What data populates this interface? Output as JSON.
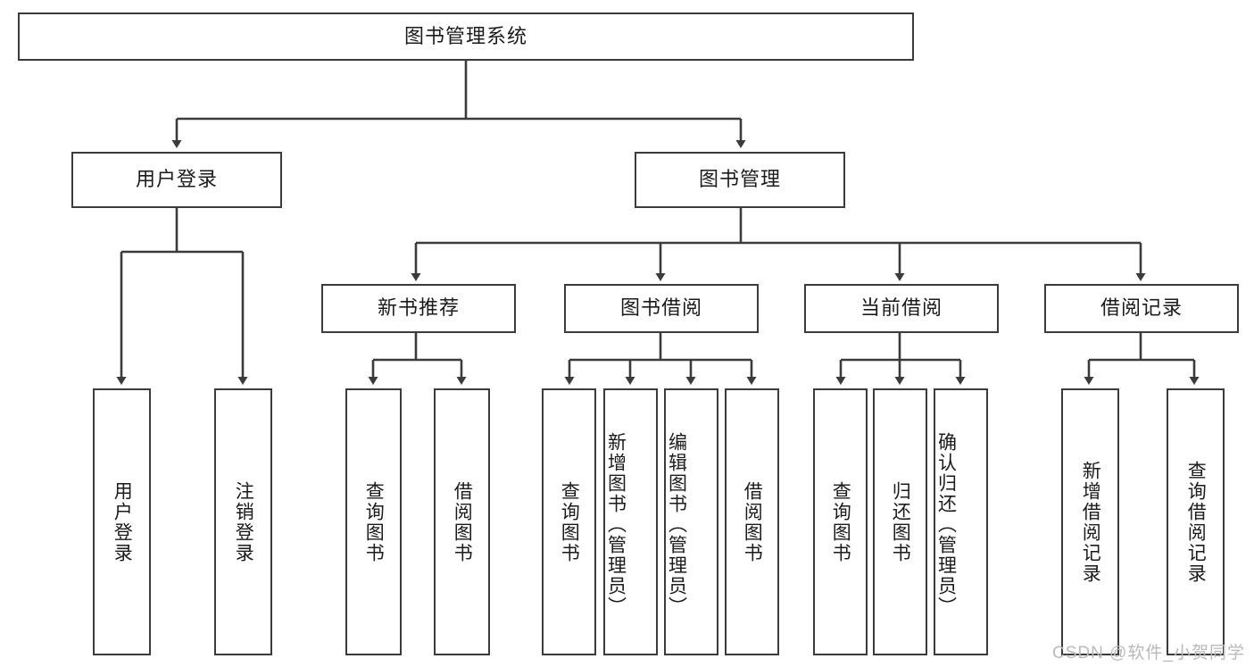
{
  "diagram": {
    "type": "tree-hierarchy-chart",
    "title": "图书管理系统",
    "stroke_color": "#3b3b3b",
    "text_color": "#1b1b1b",
    "background_color": "#ffffff",
    "nodes": {
      "root": {
        "label": "图书管理系统"
      },
      "level2": [
        {
          "label": "用户登录"
        },
        {
          "label": "图书管理"
        }
      ],
      "level3": [
        {
          "label": "新书推荐"
        },
        {
          "label": "图书借阅"
        },
        {
          "label": "当前借阅"
        },
        {
          "label": "借阅记录"
        }
      ],
      "leaves_user_login": [
        {
          "label": "用户登录"
        },
        {
          "label": "注销登录"
        }
      ],
      "leaves_new_book": [
        {
          "label": "查询图书"
        },
        {
          "label": "借阅图书"
        }
      ],
      "leaves_book_borrow": [
        {
          "label": "查询图书"
        },
        {
          "label": "新增图书（管理员）"
        },
        {
          "label": "编辑图书（管理员）"
        },
        {
          "label": "借阅图书"
        }
      ],
      "leaves_current_borrow": [
        {
          "label": "查询图书"
        },
        {
          "label": "归还图书"
        },
        {
          "label": "确认归还（管理员）"
        }
      ],
      "leaves_borrow_record": [
        {
          "label": "新增借阅记录"
        },
        {
          "label": "查询借阅记录"
        }
      ]
    },
    "watermark": "CSDN @软件_小贺同学"
  }
}
